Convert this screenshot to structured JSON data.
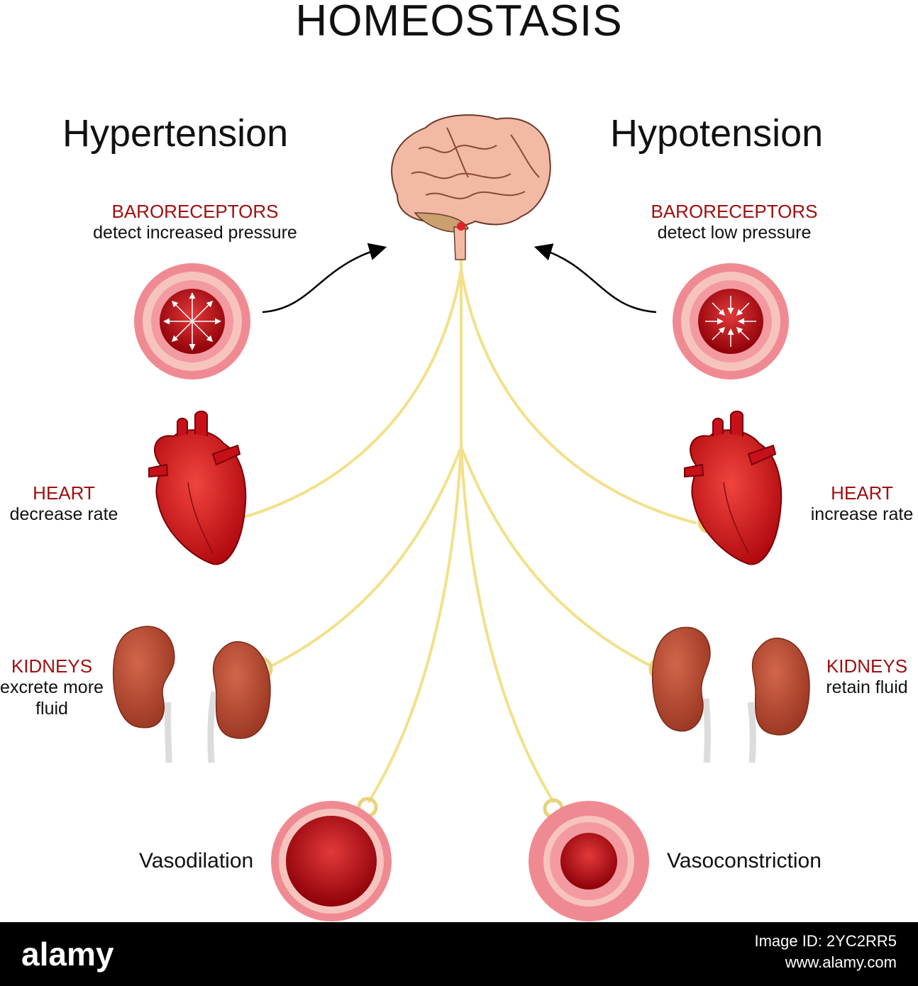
{
  "title": "HOMEOSTASIS",
  "left": {
    "heading": "Hypertension",
    "baroreceptors": {
      "name": "BARORECEPTORS",
      "desc": "detect increased pressure"
    },
    "heart": {
      "name": "HEART",
      "desc": "decrease rate"
    },
    "kidneys": {
      "name": "KIDNEYS",
      "desc_line1": "excrete more",
      "desc_line2": "fluid"
    },
    "vessel": "Vasodilation"
  },
  "right": {
    "heading": "Hypotension",
    "baroreceptors": {
      "name": "BARORECEPTORS",
      "desc": "detect low pressure"
    },
    "heart": {
      "name": "HEART",
      "desc": "increase rate"
    },
    "kidneys": {
      "name": "KIDNEYS",
      "desc_line1": "retain fluid"
    },
    "vessel": "Vasoconstriction"
  },
  "footer": {
    "brand": "alamy",
    "image_id": "Image ID: 2YC2RR5",
    "site": "www.alamy.com"
  },
  "colors": {
    "label_red": "#a01010",
    "nerve": "#f3e08a",
    "vessel_outer": "#f08a92",
    "lumen": "#b40a12",
    "heart": "#d8121c",
    "kidney": "#b9452c",
    "brain": "#f2b9a4"
  }
}
